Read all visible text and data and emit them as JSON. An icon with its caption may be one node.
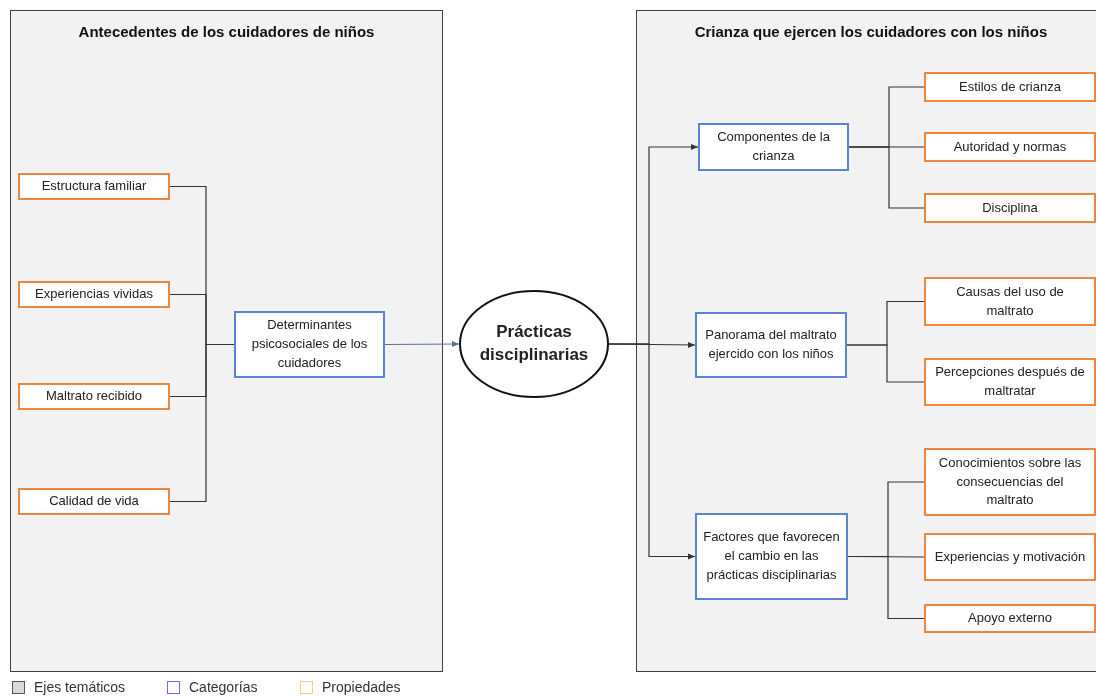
{
  "diagram": {
    "nodes": [
      {
        "text": [
          "Antecedentes de los cuidadores de niños"
        ]
      },
      {
        "text": [
          "Estructura familiar"
        ],
        "in": 0
      },
      {
        "text": [
          "Experiencias vividas"
        ],
        "in": 0
      },
      {
        "text": [
          "Maltrato recibido"
        ],
        "in": 0
      },
      {
        "text": [
          "Calidad de vida"
        ],
        "in": 0
      },
      {
        "text": [
          "Determinantes psicosociales de los cuidadores"
        ],
        "in": 0
      },
      {
        "text": [
          "Prácticas disciplinarias"
        ]
      },
      {
        "text": [
          "Crianza que ejercen los cuidadores con los niños"
        ]
      },
      {
        "text": [
          "Componentes de la crianza"
        ],
        "in": 7
      },
      {
        "text": [
          "Estilos de crianza"
        ],
        "in": 7
      },
      {
        "text": [
          "Autoridad y normas"
        ],
        "in": 7
      },
      {
        "text": [
          "Disciplina"
        ],
        "in": 7
      },
      {
        "text": [
          "Panorama del maltrato ejercido con los niños"
        ],
        "in": 7
      },
      {
        "text": [
          "Causas del uso de maltrato"
        ],
        "in": 7
      },
      {
        "text": [
          "Percepciones después de maltratar"
        ],
        "in": 7
      },
      {
        "text": [
          "Factores que favorecen el cambio en las prácticas disciplinarias"
        ],
        "in": 7
      },
      {
        "text": [
          "Conocimientos sobre las consecuencias del maltrato"
        ],
        "in": 7
      },
      {
        "text": [
          "Experiencias y motivación"
        ],
        "in": 7
      },
      {
        "text": [
          "Apoyo externo"
        ],
        "in": 7
      }
    ],
    "edges": [
      {
        "from": 1,
        "to": 5,
        "arrow": "none"
      },
      {
        "from": 2,
        "to": 5,
        "arrow": "none"
      },
      {
        "from": 3,
        "to": 5,
        "arrow": "none"
      },
      {
        "from": 4,
        "to": 5,
        "arrow": "none"
      },
      {
        "from": 5,
        "to": 6,
        "arrow": "to",
        "color": "#5b7090"
      },
      {
        "from": 6,
        "to": 8,
        "arrow": "to"
      },
      {
        "from": 6,
        "to": 12,
        "arrow": "to"
      },
      {
        "from": 6,
        "to": 15,
        "arrow": "to"
      },
      {
        "from": 8,
        "to": 9,
        "arrow": "none"
      },
      {
        "from": 8,
        "to": 10,
        "arrow": "none"
      },
      {
        "from": 8,
        "to": 11,
        "arrow": "none"
      },
      {
        "from": 12,
        "to": 13,
        "arrow": "none"
      },
      {
        "from": 12,
        "to": 14,
        "arrow": "none"
      },
      {
        "from": 15,
        "to": 16,
        "arrow": "none"
      },
      {
        "from": 15,
        "to": 17,
        "arrow": "none"
      },
      {
        "from": 15,
        "to": 18,
        "arrow": "none"
      }
    ],
    "legend": [
      {
        "text": "Ejes temáticos",
        "color": "#d9d9d9"
      },
      {
        "text": "Categorías",
        "color": "#6b6bff"
      },
      {
        "text": "Propiedades",
        "color": "#f9c98c"
      }
    ]
  }
}
